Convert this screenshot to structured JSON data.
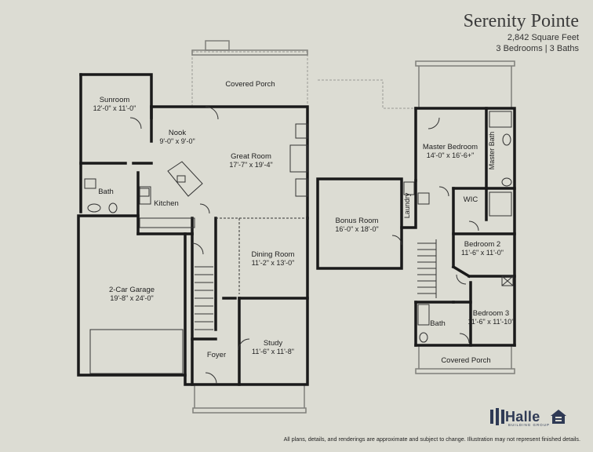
{
  "header": {
    "title": "Serenity Pointe",
    "square_feet": "2,842 Square Feet",
    "bed_bath": "3 Bedrooms | 3 Baths"
  },
  "rooms": {
    "covered_porch_top": {
      "name": "Covered Porch"
    },
    "sunroom": {
      "name": "Sunroom",
      "dims": "12'-0\" x 11'-0\""
    },
    "nook": {
      "name": "Nook",
      "dims": "9'-0\" x 9'-0\""
    },
    "great_room": {
      "name": "Great Room",
      "dims": "17'-7\" x 19'-4\""
    },
    "bath_main": {
      "name": "Bath"
    },
    "kitchen": {
      "name": "Kitchen"
    },
    "garage": {
      "name": "2-Car Garage",
      "dims": "19'-8\" x 24'-0\""
    },
    "dining_room": {
      "name": "Dining Room",
      "dims": "11'-2\" x 13'-0\""
    },
    "study": {
      "name": "Study",
      "dims": "11'-6\" x 11'-8\""
    },
    "foyer": {
      "name": "Foyer"
    },
    "master_bedroom": {
      "name": "Master Bedroom",
      "dims": "14'-0\" x 16'-6+\""
    },
    "master_bath": {
      "name": "Master Bath"
    },
    "wic": {
      "name": "WIC"
    },
    "laundry": {
      "name": "Laundry"
    },
    "bonus_room": {
      "name": "Bonus Room",
      "dims": "16'-0\" x 18'-0\""
    },
    "bedroom_2": {
      "name": "Bedroom 2",
      "dims": "11'-6\" x 11'-0\""
    },
    "bedroom_3": {
      "name": "Bedroom 3",
      "dims": "11'-6\" x 11'-10\""
    },
    "bath_upper": {
      "name": "Bath"
    },
    "covered_porch_bottom": {
      "name": "Covered Porch"
    }
  },
  "logo": {
    "word": "Halle",
    "tagline": "BUILDING GROUP"
  },
  "disclaimer": "All plans, details, and renderings are approximate and subject to change.  Illustration may not represent finished details.",
  "colors": {
    "background": "#dcdcd3",
    "wall": "#1a1a1a",
    "logo": "#2f3a55"
  }
}
